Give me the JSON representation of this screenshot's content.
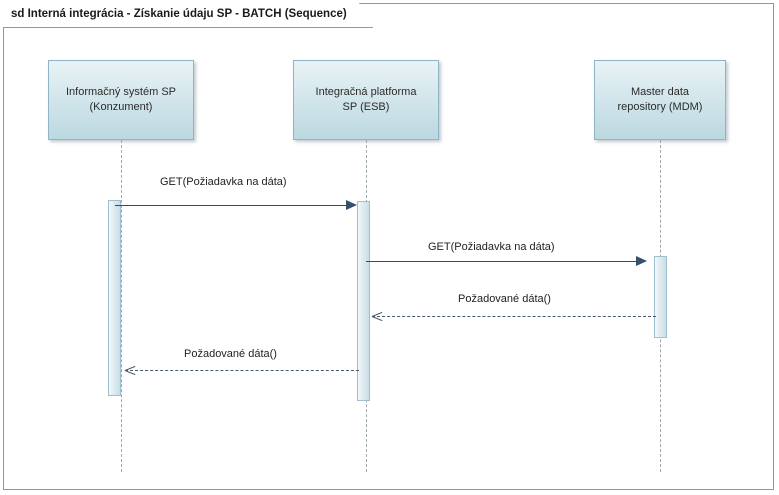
{
  "diagram": {
    "type": "sequence",
    "frame_label": "sd Interná integrácia - Získanie údaju SP  - BATCH (Sequence)",
    "border_color": "#7a9fb5",
    "lifelines": [
      {
        "id": "konzument",
        "label_line1": "Informačný systém SP",
        "label_line2": "(Konzument)"
      },
      {
        "id": "esb",
        "label_line1": "Integračná platforma",
        "label_line2": "SP (ESB)"
      },
      {
        "id": "mdm",
        "label_line1": "Master data",
        "label_line2": "repository (MDM)"
      }
    ],
    "messages": [
      {
        "id": "m1",
        "label": "GET(Požiadavka na dáta)",
        "from": "konzument",
        "to": "esb",
        "style": "solid",
        "arrow": "filled"
      },
      {
        "id": "m2",
        "label": "GET(Požiadavka na dáta)",
        "from": "esb",
        "to": "mdm",
        "style": "solid",
        "arrow": "filled"
      },
      {
        "id": "m3",
        "label": "Požadované dáta()",
        "from": "mdm",
        "to": "esb",
        "style": "dashed",
        "arrow": "open"
      },
      {
        "id": "m4",
        "label": "Požadované dáta()",
        "from": "esb",
        "to": "konzument",
        "style": "dashed",
        "arrow": "open"
      }
    ]
  }
}
